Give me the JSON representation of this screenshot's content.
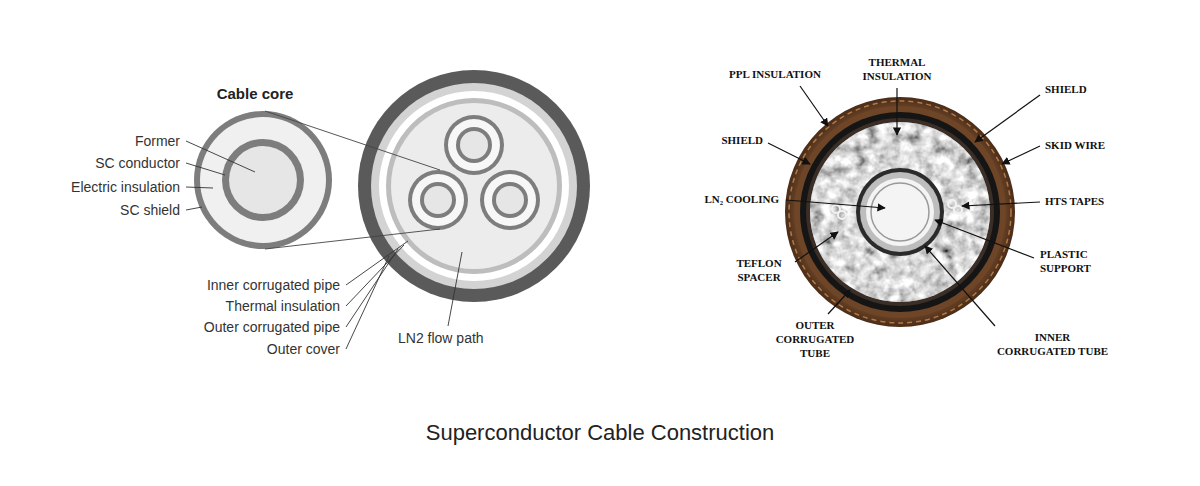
{
  "diagram": {
    "caption": "Superconductor Cable Construction",
    "labels": [
      "Cable core",
      "Former",
      "SC conductor",
      "Electric insulation",
      "SC shield",
      "Inner corrugated pipe",
      "Thermal insulation",
      "Outer corrugated pipe",
      "Outer cover",
      "LN2 flow path",
      "PPL INSULATION",
      "THERMAL INSULATION",
      "SHIELD",
      "SKID WIRE",
      "SHIELD",
      "LN₂ COOLING",
      "HTS TAPES",
      "PLASTIC SUPPORT",
      "TEFLON SPACER",
      "OUTER CORRUGATED TUBE",
      "INNER CORRUGATED TUBE"
    ]
  }
}
